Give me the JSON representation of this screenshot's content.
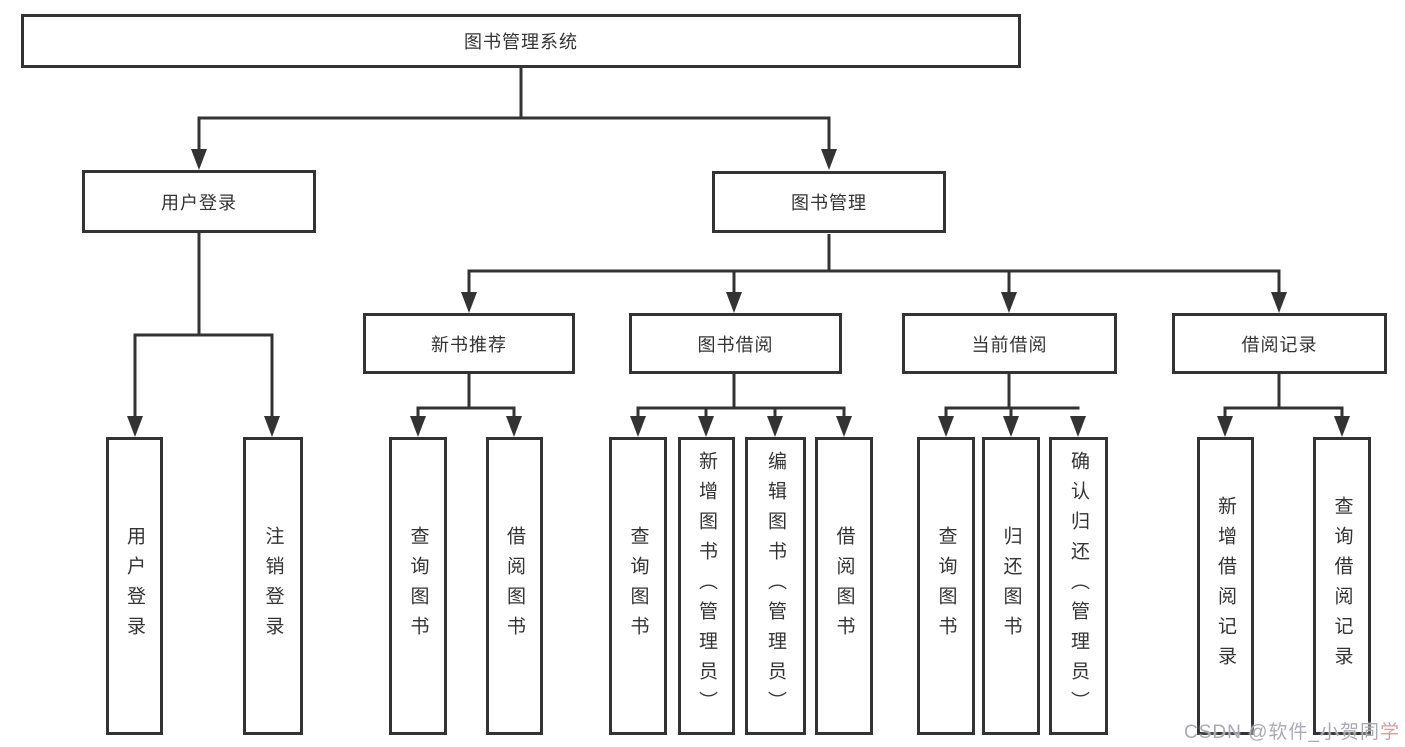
{
  "tree": {
    "root": {
      "label": "图书管理系统"
    },
    "branches": [
      {
        "label": "用户登录",
        "children": [
          "用户登录",
          "注销登录"
        ]
      },
      {
        "label": "图书管理",
        "sections": [
          {
            "label": "新书推荐",
            "children": [
              "查询图书",
              "借阅图书"
            ]
          },
          {
            "label": "图书借阅",
            "children": [
              "查询图书",
              "新增图书（管理员）",
              "编辑图书（管理员）",
              "借阅图书"
            ]
          },
          {
            "label": "当前借阅",
            "children": [
              "查询图书",
              "归还图书",
              "确认归还（管理员）"
            ]
          },
          {
            "label": "借阅记录",
            "children": [
              "新增借阅记录",
              "查询借阅记录"
            ]
          }
        ]
      }
    ]
  },
  "watermark": {
    "main": "CSDN @软件_小贺同",
    "accent": "学"
  },
  "colors": {
    "line": "#333333",
    "box_border": "#333333",
    "text": "#333333",
    "background": "#ffffff",
    "watermark": "#abaab2",
    "watermark_accent": "#de9a9a"
  }
}
